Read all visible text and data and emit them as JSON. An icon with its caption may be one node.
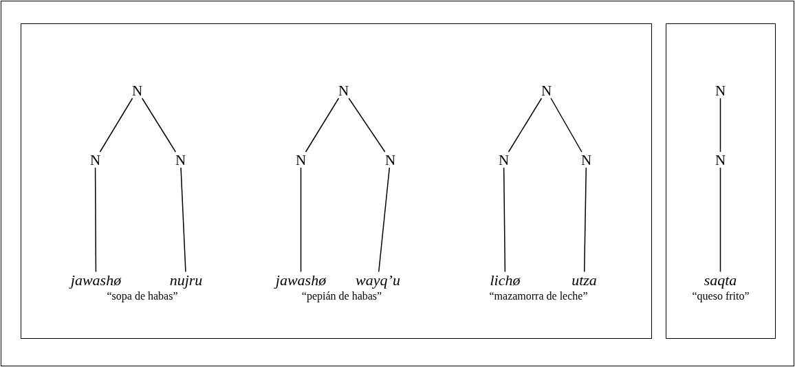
{
  "diagram": {
    "nodes": [
      {
        "text": [],
        "shape": "box"
      },
      {
        "text": [],
        "shape": "box"
      },
      {
        "text": [
          "N"
        ],
        "in": 0
      },
      {
        "text": [
          "N"
        ],
        "in": 0
      },
      {
        "text": [
          "N"
        ],
        "in": 0
      },
      {
        "text": [
          "jawashø"
        ],
        "in": 0
      },
      {
        "text": [
          "nujru"
        ],
        "in": 0
      },
      {
        "text": [
          "N"
        ],
        "in": 0
      },
      {
        "text": [
          "N"
        ],
        "in": 0
      },
      {
        "text": [
          "N"
        ],
        "in": 0
      },
      {
        "text": [
          "jawashø"
        ],
        "in": 0
      },
      {
        "text": [
          "wayq’u"
        ],
        "in": 0
      },
      {
        "text": [
          "N"
        ],
        "in": 0
      },
      {
        "text": [
          "N"
        ],
        "in": 0
      },
      {
        "text": [
          "N"
        ],
        "in": 0
      },
      {
        "text": [
          "lichø"
        ],
        "in": 0
      },
      {
        "text": [
          "utza"
        ],
        "in": 0
      },
      {
        "text": [
          "N"
        ],
        "in": 1
      },
      {
        "text": [
          "N"
        ],
        "in": 1
      },
      {
        "text": [
          "saqta"
        ],
        "in": 1
      }
    ],
    "edges": [
      {
        "from": 2,
        "to": 3,
        "arrow": "none"
      },
      {
        "from": 2,
        "to": 4,
        "arrow": "none"
      },
      {
        "from": 3,
        "to": 5,
        "arrow": "none"
      },
      {
        "from": 4,
        "to": 6,
        "arrow": "none"
      },
      {
        "from": 7,
        "to": 8,
        "arrow": "none"
      },
      {
        "from": 7,
        "to": 9,
        "arrow": "none"
      },
      {
        "from": 8,
        "to": 10,
        "arrow": "none"
      },
      {
        "from": 9,
        "to": 11,
        "arrow": "none"
      },
      {
        "from": 12,
        "to": 13,
        "arrow": "none"
      },
      {
        "from": 12,
        "to": 14,
        "arrow": "none"
      },
      {
        "from": 13,
        "to": 15,
        "arrow": "none"
      },
      {
        "from": 14,
        "to": 16,
        "arrow": "none"
      },
      {
        "from": 17,
        "to": 18,
        "arrow": "none"
      },
      {
        "from": 18,
        "to": 19,
        "arrow": "none"
      }
    ],
    "labels": [
      "“sopa de habas”",
      "“pepián de habas”",
      "“mazamorra de leche”",
      "“queso frito”"
    ]
  }
}
